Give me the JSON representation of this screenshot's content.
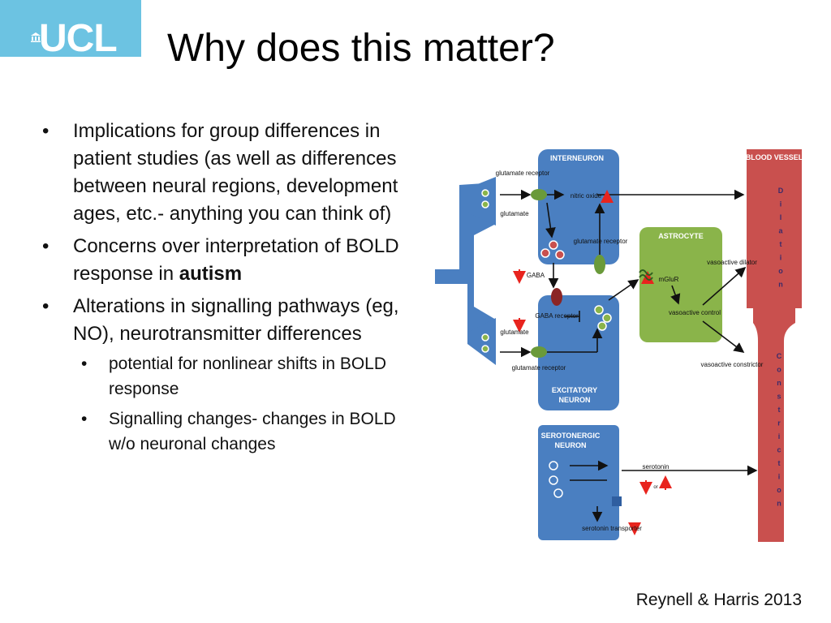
{
  "logo": {
    "text": "UCL"
  },
  "title": "Why does this matter?",
  "bullets": [
    {
      "text": "Implications for group differences in patient studies (as well as differences between neural regions, development ages, etc.- anything you can think of)"
    },
    {
      "text_before": "Concerns over interpretation of BOLD response in ",
      "text_bold": "autism"
    },
    {
      "text": "Alterations in signalling pathways (eg, NO), neurotransmitter differences",
      "sub": [
        "potential for nonlinear shifts in BOLD response",
        "Signalling changes- changes in BOLD w/o neuronal changes"
      ]
    }
  ],
  "citation": "Reynell & Harris 2013",
  "diagram": {
    "interneuron": "INTERNEURON",
    "blood_vessel": "BLOOD VESSEL",
    "astrocyte": "ASTROCYTE",
    "excitatory_line1": "EXCITATORY",
    "excitatory_line2": "NEURON",
    "serotonergic_line1": "SEROTONERGIC",
    "serotonergic_line2": "NEURON",
    "glutamate_receptor_1": "glutamate receptor",
    "glutamate_1": "glutamate",
    "nitric_oxide": "nitric oxide",
    "glutamate_receptor_2": "glutamate receptor",
    "gaba": "GABA",
    "gaba_receptor": "GABA receptor",
    "mglur": "mGluR",
    "vasoactive_dilator": "vasoactive dilator",
    "vasoactive_control": "vasoactive control",
    "vasoactive_constrictor": "vasoactive constrictor",
    "glutamate_2": "glutamate",
    "glutamate_receptor_3": "glutamate receptor",
    "serotonin": "serotonin",
    "or": "or",
    "serotonin_transporter": "serotonin transporter",
    "dilation": [
      "D",
      "i",
      "l",
      "a",
      "t",
      "i",
      "o",
      "n"
    ],
    "constriction": [
      "C",
      "o",
      "n",
      "s",
      "t",
      "r",
      "i",
      "c",
      "t",
      "i",
      "o",
      "n"
    ],
    "colors": {
      "neuron_blue": "#4a7fc1",
      "astrocyte_green": "#8ab44a",
      "vessel_red": "#c9504e",
      "receptor_green": "#6a9a3a",
      "arrow_red": "#e8241e"
    }
  }
}
